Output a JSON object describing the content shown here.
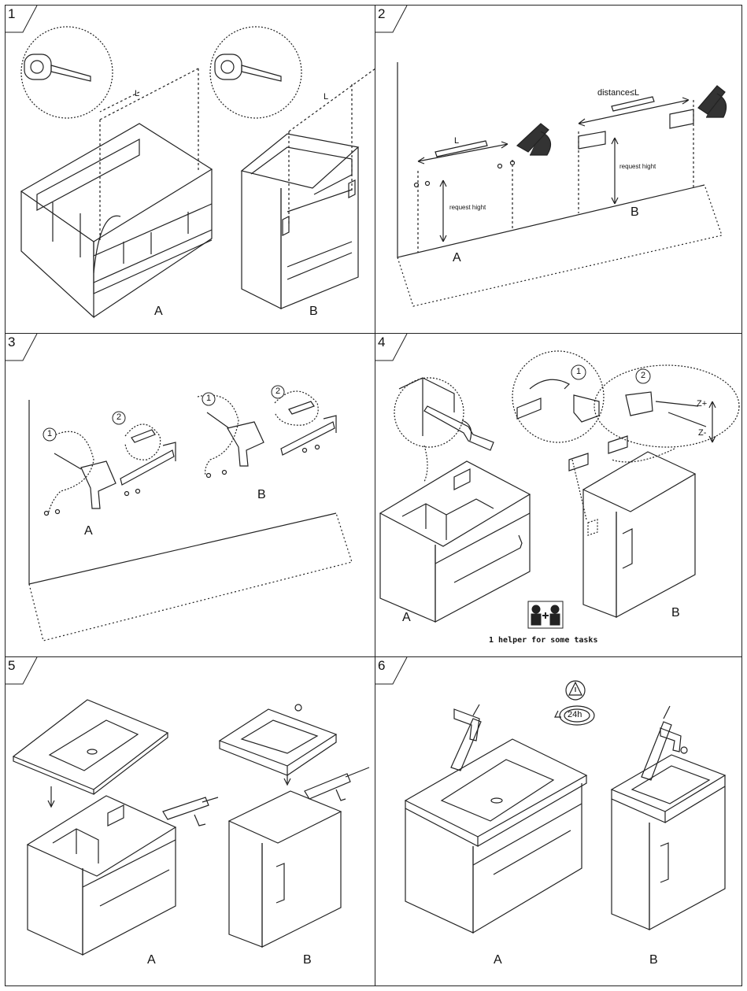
{
  "panels": [
    {
      "number": "1",
      "labels": {
        "a": "A",
        "b": "B"
      },
      "dimension": "L"
    },
    {
      "number": "2",
      "labels": {
        "a": "A",
        "b": "B"
      },
      "dimension": "L",
      "distance": "distance≤L",
      "request_a": "request hight",
      "request_b": "request hight"
    },
    {
      "number": "3",
      "labels": {
        "a": "A",
        "b": "B"
      },
      "steps": [
        "1",
        "2"
      ]
    },
    {
      "number": "4",
      "labels": {
        "a": "A",
        "b": "B"
      },
      "steps": [
        "1",
        "2"
      ],
      "z_plus": "Z+",
      "z_minus": "Z-",
      "helper": "1 helper for some tasks"
    },
    {
      "number": "5",
      "labels": {
        "a": "A",
        "b": "B"
      }
    },
    {
      "number": "6",
      "labels": {
        "a": "A",
        "b": "B"
      },
      "cure_time": "24h"
    }
  ]
}
